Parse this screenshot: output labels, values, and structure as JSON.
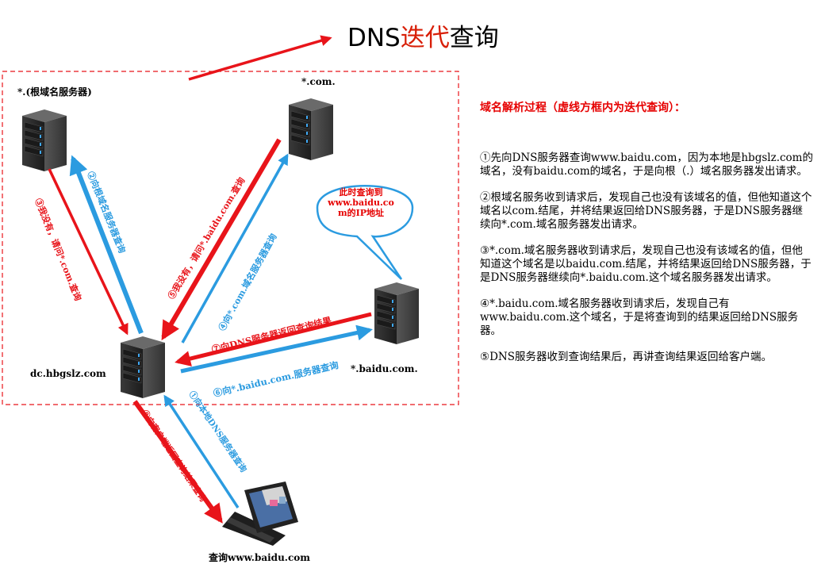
{
  "title": {
    "prefix": "DNS",
    "accent": "迭代",
    "suffix": "查询"
  },
  "nodes": {
    "root_label": "*.(根域名服务器)",
    "com_label": "*.com.",
    "baidu_label": "*.baidu.com.",
    "dc_label": "dc.hbgslz.com",
    "client_label": "查询www.baidu.com"
  },
  "bubble": {
    "line1": "此时查询到",
    "line2": "www.baidu.co",
    "line3": "m的IP地址"
  },
  "arrows": {
    "a1": "①向本地DNS服务器查询",
    "a2": "②向根域名服务器查询",
    "a3": "③我没有，请问*.com.查询",
    "a4": "④向*.com.域名服务器查询",
    "a5": "⑤我没有，请问*.baidu.com.查询",
    "a6": "⑥向*.baidu.com.服务器查询",
    "a7": "⑦向DNS服务器返回查询结果",
    "a8": "⑧向客户端返回查询结果查询"
  },
  "explanation": {
    "heading": "域名解析过程（虚线方框内为迭代查询）：",
    "steps": [
      "①先向DNS服务器查询www.baidu.com，因为本地是hbgslz.com的域名，没有baidu.com的域名，于是向根（.）域名服务器发出请求。",
      "②根域名服务收到请求后，发现自己也没有该域名的值，但他知道这个域名以com.结尾，并将结果返回给DNS服务器，于是DNS服务器继续向*.com.域名服务器发出请求。",
      "③*.com.域名服务器收到请求后，发现自己也没有该域名的值，但他知道这个域名是以baidu.com.结尾，并将结果返回给DNS服务器，于是DNS服务器继续向*.baidu.com.这个域名服务器发出请求。",
      "④*.baidu.com.域名服务器收到请求后，发现自己有www.baidu.com.这个域名，于是将查询到的结果返回给DNS服务器。",
      "⑤DNS服务器收到查询结果后，再讲查询结果返回给客户端。"
    ]
  },
  "colors": {
    "red": "#e8141a",
    "blue": "#2b9be0",
    "dash": "#e8141a",
    "server_dark": "#2a2a2a"
  }
}
